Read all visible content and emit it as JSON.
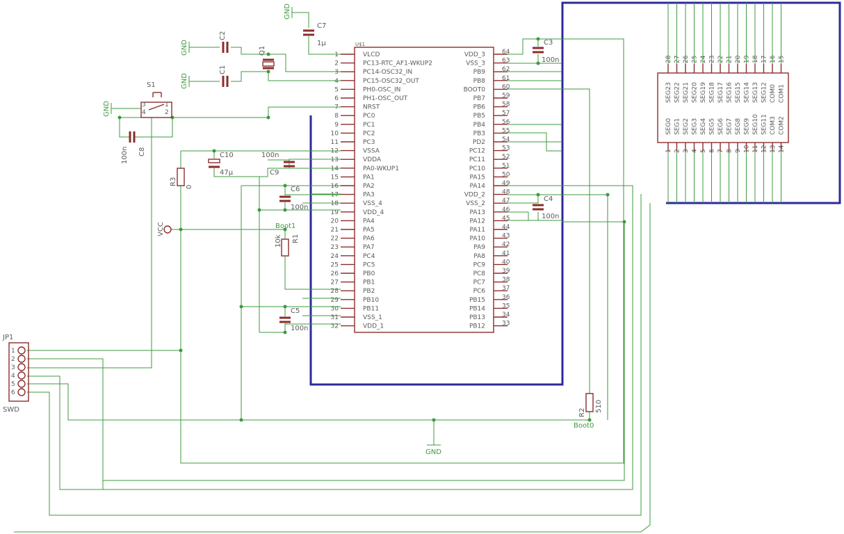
{
  "ic": {
    "ref": "U$1",
    "left_pins": [
      {
        "n": "1",
        "name": "VLCD"
      },
      {
        "n": "2",
        "name": "PC13-RTC_AF1-WKUP2"
      },
      {
        "n": "3",
        "name": "PC14-OSC32_IN"
      },
      {
        "n": "4",
        "name": "PC15-OSC32_OUT"
      },
      {
        "n": "5",
        "name": "PH0-OSC_IN"
      },
      {
        "n": "6",
        "name": "PH1-OSC_OUT"
      },
      {
        "n": "7",
        "name": "NRST"
      },
      {
        "n": "8",
        "name": "PC0"
      },
      {
        "n": "9",
        "name": "PC1"
      },
      {
        "n": "10",
        "name": "PC2"
      },
      {
        "n": "11",
        "name": "PC3"
      },
      {
        "n": "12",
        "name": "VSSA"
      },
      {
        "n": "13",
        "name": "VDDA"
      },
      {
        "n": "14",
        "name": "PA0-WKUP1"
      },
      {
        "n": "15",
        "name": "PA1"
      },
      {
        "n": "16",
        "name": "PA2"
      },
      {
        "n": "17",
        "name": "PA3"
      },
      {
        "n": "18",
        "name": "VSS_4"
      },
      {
        "n": "19",
        "name": "VDD_4"
      },
      {
        "n": "20",
        "name": "PA4"
      },
      {
        "n": "21",
        "name": "PA5"
      },
      {
        "n": "22",
        "name": "PA6"
      },
      {
        "n": "23",
        "name": "PA7"
      },
      {
        "n": "24",
        "name": "PC4"
      },
      {
        "n": "25",
        "name": "PC5"
      },
      {
        "n": "26",
        "name": "PB0"
      },
      {
        "n": "27",
        "name": "PB1"
      },
      {
        "n": "28",
        "name": "PB2"
      },
      {
        "n": "29",
        "name": "PB10"
      },
      {
        "n": "30",
        "name": "PB11"
      },
      {
        "n": "31",
        "name": "VSS_1"
      },
      {
        "n": "32",
        "name": "VDD_1"
      }
    ],
    "right_pins": [
      {
        "n": "64",
        "name": "VDD_3"
      },
      {
        "n": "63",
        "name": "VSS_3"
      },
      {
        "n": "62",
        "name": "PB9"
      },
      {
        "n": "61",
        "name": "PB8"
      },
      {
        "n": "60",
        "name": "BOOT0"
      },
      {
        "n": "59",
        "name": "PB7"
      },
      {
        "n": "58",
        "name": "PB6"
      },
      {
        "n": "57",
        "name": "PB5"
      },
      {
        "n": "56",
        "name": "PB4"
      },
      {
        "n": "55",
        "name": "PB3"
      },
      {
        "n": "54",
        "name": "PD2"
      },
      {
        "n": "53",
        "name": "PC12"
      },
      {
        "n": "52",
        "name": "PC11"
      },
      {
        "n": "51",
        "name": "PC10"
      },
      {
        "n": "50",
        "name": "PA15"
      },
      {
        "n": "49",
        "name": "PA14"
      },
      {
        "n": "48",
        "name": "VDD_2"
      },
      {
        "n": "47",
        "name": "VSS_2"
      },
      {
        "n": "46",
        "name": "PA13"
      },
      {
        "n": "45",
        "name": "PA12"
      },
      {
        "n": "44",
        "name": "PA11"
      },
      {
        "n": "43",
        "name": "PA10"
      },
      {
        "n": "42",
        "name": "PA9"
      },
      {
        "n": "41",
        "name": "PA8"
      },
      {
        "n": "40",
        "name": "PC9"
      },
      {
        "n": "39",
        "name": "PC8"
      },
      {
        "n": "38",
        "name": "PC7"
      },
      {
        "n": "37",
        "name": "PC6"
      },
      {
        "n": "36",
        "name": "PB15"
      },
      {
        "n": "35",
        "name": "PB14"
      },
      {
        "n": "34",
        "name": "PB13"
      },
      {
        "n": "33",
        "name": "PB12"
      }
    ]
  },
  "lcd": {
    "top_pins": [
      {
        "n": "28",
        "name": "SEG23"
      },
      {
        "n": "27",
        "name": "SEG22"
      },
      {
        "n": "26",
        "name": "SEG21"
      },
      {
        "n": "25",
        "name": "SEG20"
      },
      {
        "n": "24",
        "name": "SEG19"
      },
      {
        "n": "23",
        "name": "SEG18"
      },
      {
        "n": "22",
        "name": "SEG17"
      },
      {
        "n": "21",
        "name": "SEG16"
      },
      {
        "n": "20",
        "name": "SEG15"
      },
      {
        "n": "19",
        "name": "SEG14"
      },
      {
        "n": "18",
        "name": "SEG13"
      },
      {
        "n": "17",
        "name": "SEG12"
      },
      {
        "n": "16",
        "name": "COM0"
      },
      {
        "n": "15",
        "name": "COM1"
      }
    ],
    "bottom_pins": [
      {
        "n": "1",
        "name": "SEG0"
      },
      {
        "n": "2",
        "name": "SEG1"
      },
      {
        "n": "3",
        "name": "SEG2"
      },
      {
        "n": "4",
        "name": "SEG3"
      },
      {
        "n": "5",
        "name": "SEG4"
      },
      {
        "n": "6",
        "name": "SEG5"
      },
      {
        "n": "7",
        "name": "SEG6"
      },
      {
        "n": "8",
        "name": "SEG7"
      },
      {
        "n": "9",
        "name": "SEG8"
      },
      {
        "n": "10",
        "name": "SEG9"
      },
      {
        "n": "11",
        "name": "SEG10"
      },
      {
        "n": "12",
        "name": "SEG11"
      },
      {
        "n": "13",
        "name": "COM3"
      },
      {
        "n": "14",
        "name": "COM2"
      }
    ]
  },
  "components": {
    "c7": {
      "ref": "C7",
      "value": "1µ"
    },
    "c2": {
      "ref": "C2"
    },
    "c1": {
      "ref": "C1"
    },
    "q1": {
      "ref": "Q1"
    },
    "s1": {
      "ref": "S1",
      "pin1": "1",
      "pin2": "2",
      "pin3": "3",
      "pin4": "4"
    },
    "c8": {
      "ref": "C8",
      "value": "100n"
    },
    "c10": {
      "ref": "C10",
      "value": "47µ"
    },
    "c9": {
      "ref": "C9",
      "value": "100n"
    },
    "r3": {
      "ref": "R3",
      "value": "0"
    },
    "c6": {
      "ref": "C6",
      "value": "100n"
    },
    "c5": {
      "ref": "C5",
      "value": "100n"
    },
    "r1": {
      "ref": "R1",
      "value": "10k"
    },
    "boot1": {
      "label": "Boot1"
    },
    "c3": {
      "ref": "C3",
      "value": "100n"
    },
    "c4": {
      "ref": "C4",
      "value": "100n"
    },
    "r2": {
      "ref": "R2",
      "value": "510"
    },
    "boot0": {
      "label": "Boot0"
    },
    "vcc": {
      "label": "VCC"
    },
    "jp1": {
      "ref": "JP1",
      "caption": "SWD",
      "pins": [
        "1",
        "2",
        "3",
        "4",
        "5",
        "6"
      ]
    }
  },
  "gnd_labels": {
    "c7": "GND",
    "c2": "GND",
    "c1": "GND",
    "s1": "GND",
    "main": "GND"
  },
  "colors": {
    "wire": "#3d9a3d",
    "bus": "#2b2b9a",
    "body": "#8b2c2c",
    "text": "#5a5a5a"
  }
}
